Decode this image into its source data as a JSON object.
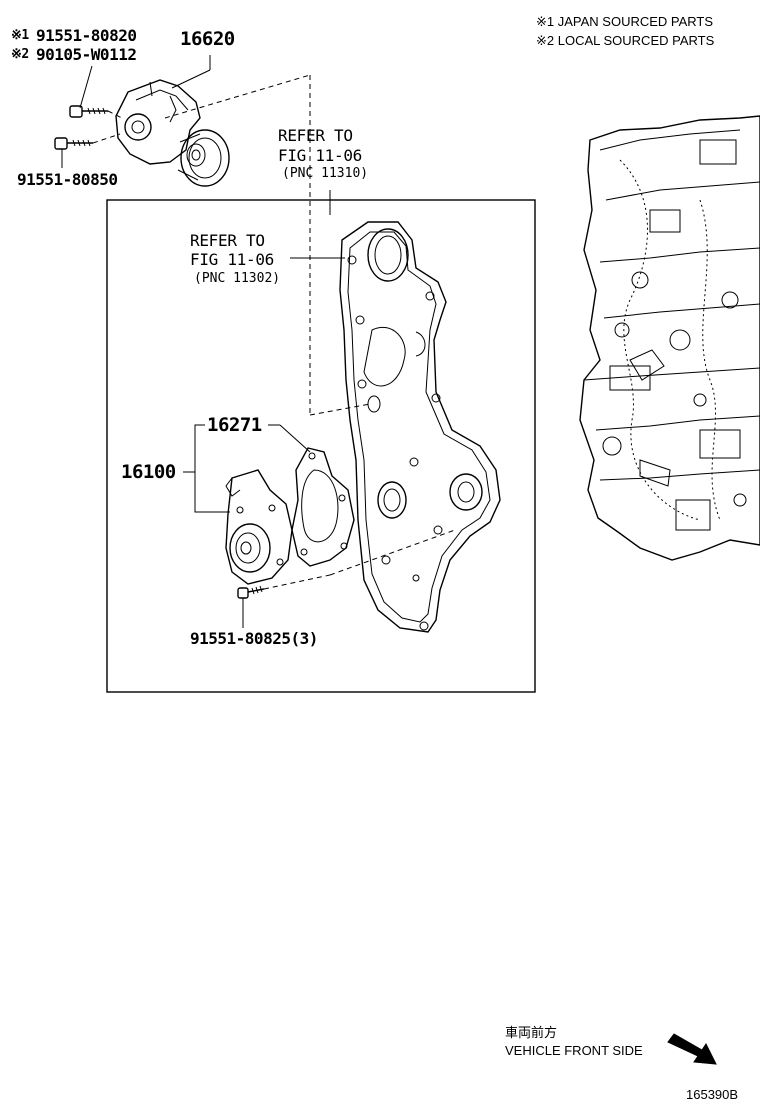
{
  "notes": {
    "japan": "※1 JAPAN SOURCED PARTS",
    "local": "※2 LOCAL SOURCED PARTS"
  },
  "parts": {
    "bolt_japan_mark": "※1",
    "bolt_japan": "91551-80820",
    "bolt_local_mark": "※2",
    "bolt_local": "90105-W0112",
    "tensioner": "16620",
    "bolt_tensioner": "91551-80850",
    "gasket": "16271",
    "water_pump": "16100",
    "pump_bolt": "91551-80825(3)"
  },
  "references": {
    "upper": {
      "line1": "REFER TO",
      "line2": "FIG 11-06",
      "pnc": "(PNC 11310)"
    },
    "inner": {
      "line1": "REFER TO",
      "line2": "FIG 11-06",
      "pnc": "(PNC 11302)"
    }
  },
  "direction": {
    "jp": "車両前方",
    "en": "VEHICLE FRONT SIDE",
    "icon": "arrow-down-right-icon"
  },
  "figure_code": "165390B"
}
